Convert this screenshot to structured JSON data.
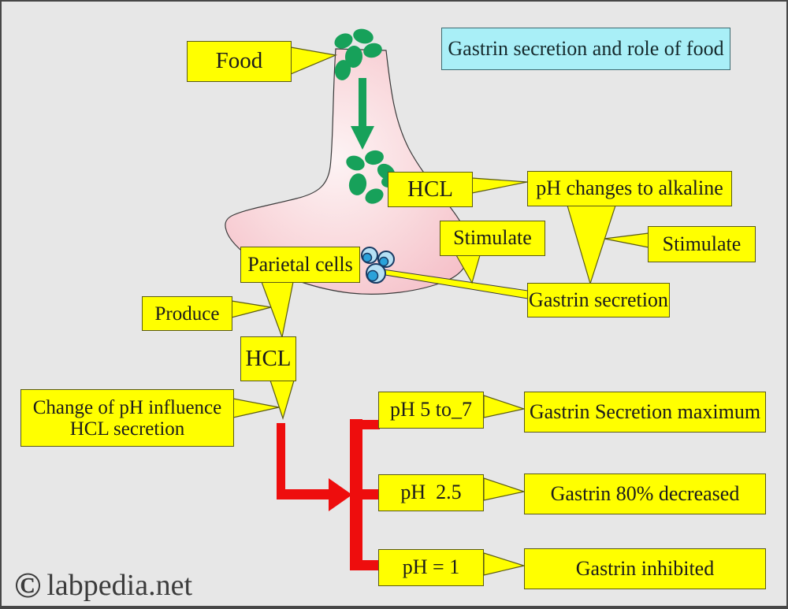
{
  "title": "Gastrin secretion and role of food",
  "boxes": {
    "food": "Food",
    "hcl_top": "HCL",
    "ph_alkaline": "pH changes to alkaline",
    "stimulate_upper": "Stimulate",
    "stimulate_right": "Stimulate",
    "parietal_cells": "Parietal cells",
    "gastrin_secretion": "Gastrin secretion",
    "produce": "Produce",
    "hcl_lower": "HCL",
    "ph_change": {
      "line1": "Change of pH influence",
      "line2": "HCL secretion"
    }
  },
  "ph_rows": [
    {
      "ph": "pH 5 to_7",
      "result": "Gastrin Secretion maximum"
    },
    {
      "ph": "pH  2.5",
      "result": "Gastrin 80% decreased"
    },
    {
      "ph": "pH = 1",
      "result": "Gastrin inhibited"
    }
  ],
  "footer": {
    "symbol": "©",
    "site": "labpedia.net"
  },
  "colors": {
    "callout_yellow": "#ffff00",
    "title_cyan": "#a9eff7",
    "arrow_red": "#ee0d0d",
    "cell_green": "#17a15a",
    "stomach_pink": "#f6c3cb",
    "parietal_blue": "#2aa2da"
  }
}
